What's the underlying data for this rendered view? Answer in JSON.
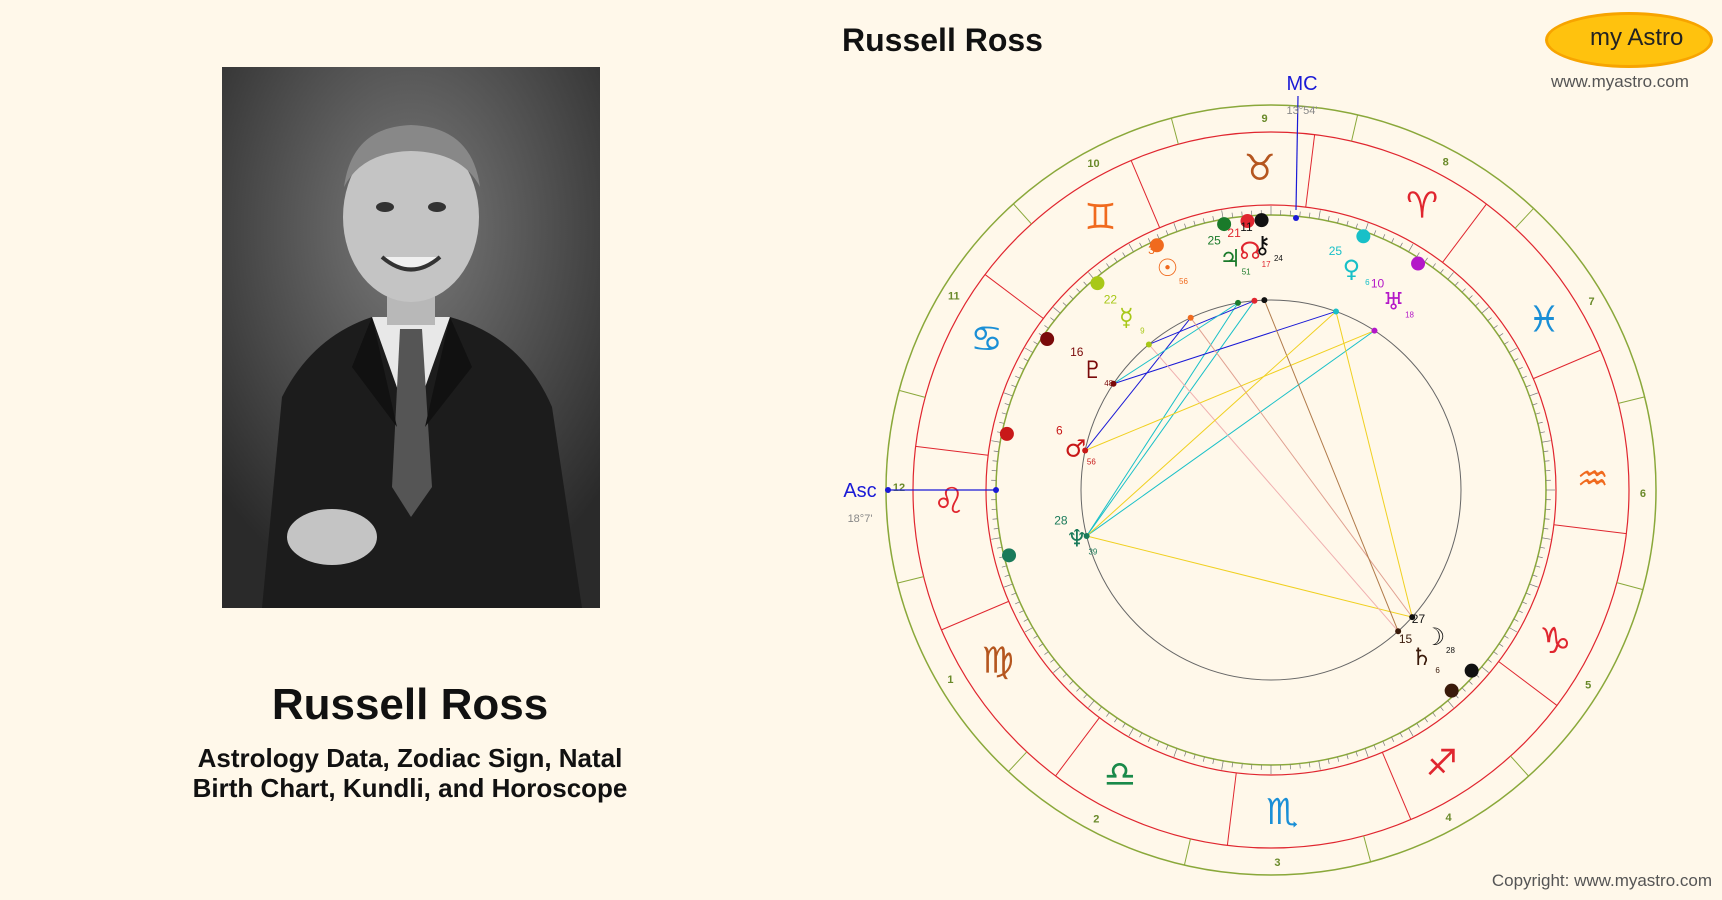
{
  "person": {
    "name": "Russell Ross",
    "subtitle_line1": "Astrology Data, Zodiac Sign, Natal",
    "subtitle_line2": "Birth Chart, Kundli, and Horoscope"
  },
  "chart": {
    "title": "Russell Ross",
    "mc_label": "MC",
    "mc_degree": "13°54'",
    "asc_label": "Asc",
    "asc_degree": "18°7'"
  },
  "logo": {
    "text": "my Astro",
    "url": "www.myastro.com"
  },
  "copyright": "Copyright: www.myastro.com",
  "colors": {
    "background": "#fff8ea",
    "outer_ring": "#8aa83a",
    "house_lines": "#e0262f",
    "angle_lines": "#1a1ad6"
  },
  "signs": [
    {
      "name": "taurus",
      "glyph": "♉",
      "color": "#b5561f"
    },
    {
      "name": "aries",
      "glyph": "♈",
      "color": "#e0262f"
    },
    {
      "name": "pisces",
      "glyph": "♓",
      "color": "#1a8fd6"
    },
    {
      "name": "aquarius",
      "glyph": "♒",
      "color": "#f06a1e"
    },
    {
      "name": "capricorn",
      "glyph": "♑",
      "color": "#e0262f"
    },
    {
      "name": "sagittarius",
      "glyph": "♐",
      "color": "#e0262f"
    },
    {
      "name": "scorpio",
      "glyph": "♏",
      "color": "#1a8fd6"
    },
    {
      "name": "libra",
      "glyph": "♎",
      "color": "#1a8a4a"
    },
    {
      "name": "virgo",
      "glyph": "♍",
      "color": "#b5561f"
    },
    {
      "name": "leo",
      "glyph": "♌",
      "color": "#e0262f"
    },
    {
      "name": "cancer",
      "glyph": "♋",
      "color": "#1a8fd6"
    },
    {
      "name": "gemini",
      "glyph": "♊",
      "color": "#f06a1e"
    }
  ],
  "houses": [
    "1",
    "2",
    "3",
    "4",
    "5",
    "6",
    "7",
    "8",
    "9",
    "10",
    "11",
    "12"
  ],
  "planets": [
    {
      "name": "sun",
      "glyph": "☉",
      "deg": "3",
      "min": "56",
      "color": "#f06a1e"
    },
    {
      "name": "jupiter",
      "glyph": "♃",
      "deg": "25",
      "min": "51",
      "color": "#1a7a2a"
    },
    {
      "name": "north-node",
      "glyph": "☊",
      "deg": "21",
      "min": "17",
      "color": "#e0262f"
    },
    {
      "name": "chiron",
      "glyph": "⚷",
      "deg": "11",
      "min": "24",
      "color": "#111111"
    },
    {
      "name": "venus",
      "glyph": "♀",
      "deg": "25",
      "min": "6",
      "color": "#18c0c8"
    },
    {
      "name": "uranus",
      "glyph": "♅",
      "deg": "10",
      "min": "18",
      "color": "#b418c8"
    },
    {
      "name": "mercury",
      "glyph": "☿",
      "deg": "22",
      "min": "9",
      "color": "#a8c818"
    },
    {
      "name": "pluto",
      "glyph": "♇",
      "deg": "16",
      "min": "48",
      "color": "#7a0a0a"
    },
    {
      "name": "mars",
      "glyph": "♂",
      "deg": "6",
      "min": "56",
      "color": "#c81818"
    },
    {
      "name": "neptune",
      "glyph": "♆",
      "deg": "28",
      "min": "39",
      "color": "#1a7a5a"
    },
    {
      "name": "saturn",
      "glyph": "♄",
      "deg": "15",
      "min": "6",
      "color": "#3a1a0a"
    },
    {
      "name": "moon",
      "glyph": "☽",
      "deg": "27",
      "min": "28",
      "color": "#111111"
    }
  ]
}
